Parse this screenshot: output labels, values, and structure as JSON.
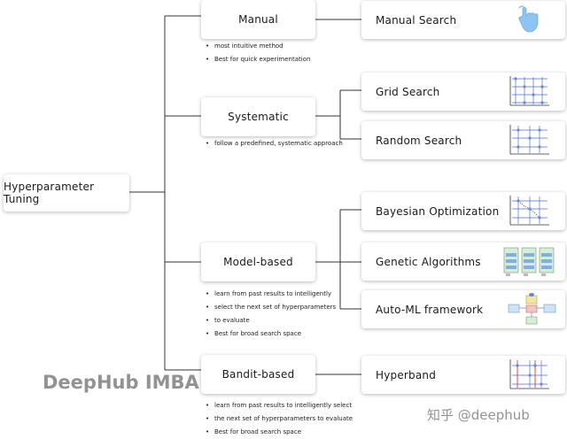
{
  "root": {
    "label": "Hyperparameter Tuning"
  },
  "categories": [
    {
      "id": "manual",
      "label": "Manual",
      "notes": [
        "most intuitive method",
        "Best for quick experimentation"
      ]
    },
    {
      "id": "systematic",
      "label": "Systematic",
      "notes": [
        "follow a predefined, systematic approach"
      ]
    },
    {
      "id": "model-based",
      "label": "Model-based",
      "notes": [
        "learn from past results to intelligently",
        "select the next set of hyperparameters",
        "to evaluate",
        "Best for broad search space"
      ]
    },
    {
      "id": "bandit-based",
      "label": "Bandit-based",
      "notes": [
        "learn from past results to intelligently select",
        "the next set of hyperparameters to evaluate",
        "Best for broad search space"
      ]
    }
  ],
  "methods": [
    {
      "id": "manual-search",
      "label": "Manual Search",
      "icon": "hand-tap-icon"
    },
    {
      "id": "grid-search",
      "label": "Grid Search",
      "icon": "grid-plot-icon"
    },
    {
      "id": "random-search",
      "label": "Random Search",
      "icon": "random-plot-icon"
    },
    {
      "id": "bayesian-optimization",
      "label": "Bayesian Optimization",
      "icon": "bayesian-plot-icon"
    },
    {
      "id": "genetic-algorithms",
      "label": "Genetic Algorithms",
      "icon": "genetic-blocks-icon"
    },
    {
      "id": "automl-framework",
      "label": "Auto-ML framework",
      "icon": "automl-flow-icon"
    },
    {
      "id": "hyperband",
      "label": "Hyperband",
      "icon": "hyperband-plot-icon"
    }
  ],
  "watermarks": {
    "left": "DeepHub IMBA",
    "right": "知乎 @deephub"
  },
  "colors": {
    "link": "#333333",
    "grid_line": "#4a6fd6",
    "point": "#6a86d9",
    "accent_red": "#d94848",
    "hand": "#8ec5f0"
  }
}
